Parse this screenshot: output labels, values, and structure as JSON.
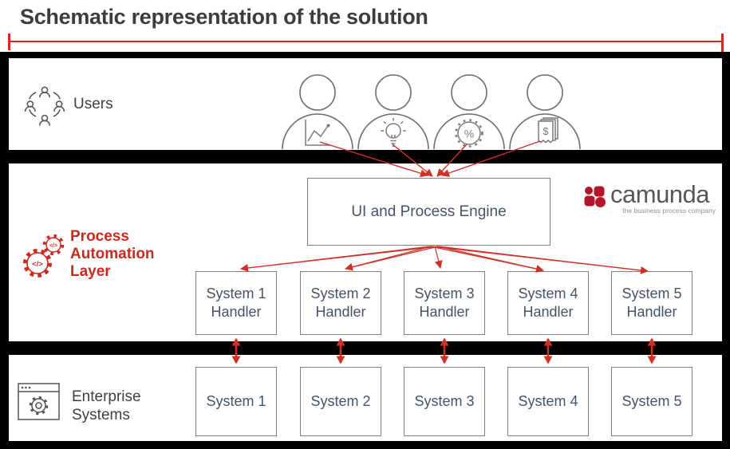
{
  "title": "Schematic representation of the solution",
  "colors": {
    "accent_red": "#d0291e",
    "arrow_red": "#cf3127",
    "camunda_red": "#b5152b",
    "box_text_blue": "#44546a",
    "label_gray": "#3f3f3f",
    "border_gray": "#7f7f7f",
    "lane_frame_black": "#000000"
  },
  "lanes": {
    "users": {
      "label": "Users",
      "icon": "community-icon"
    },
    "process": {
      "label": "Process Automation Layer",
      "icon": "gears-code-icon"
    },
    "enterprise": {
      "label": "Enterprise Systems",
      "icon": "app-window-gear-icon"
    }
  },
  "personas": [
    {
      "icon": "line-chart-icon"
    },
    {
      "icon": "lightbulb-icon"
    },
    {
      "icon": "percent-badge-icon"
    },
    {
      "icon": "dollar-receipt-icon"
    }
  ],
  "engine": {
    "label": "UI and Process Engine"
  },
  "camunda": {
    "wordmark": "camunda",
    "tagline": "the business process company"
  },
  "handlers": [
    {
      "system": "System 1",
      "role": "Handler"
    },
    {
      "system": "System 2",
      "role": "Handler"
    },
    {
      "system": "System 3",
      "role": "Handler"
    },
    {
      "system": "System 4",
      "role": "Handler"
    },
    {
      "system": "System 5",
      "role": "Handler"
    }
  ],
  "systems": [
    "System 1",
    "System 2",
    "System 3",
    "System 4",
    "System 5"
  ],
  "icon_glyphs": {
    "code": "</>",
    "percent": "%",
    "dollar": "$"
  }
}
